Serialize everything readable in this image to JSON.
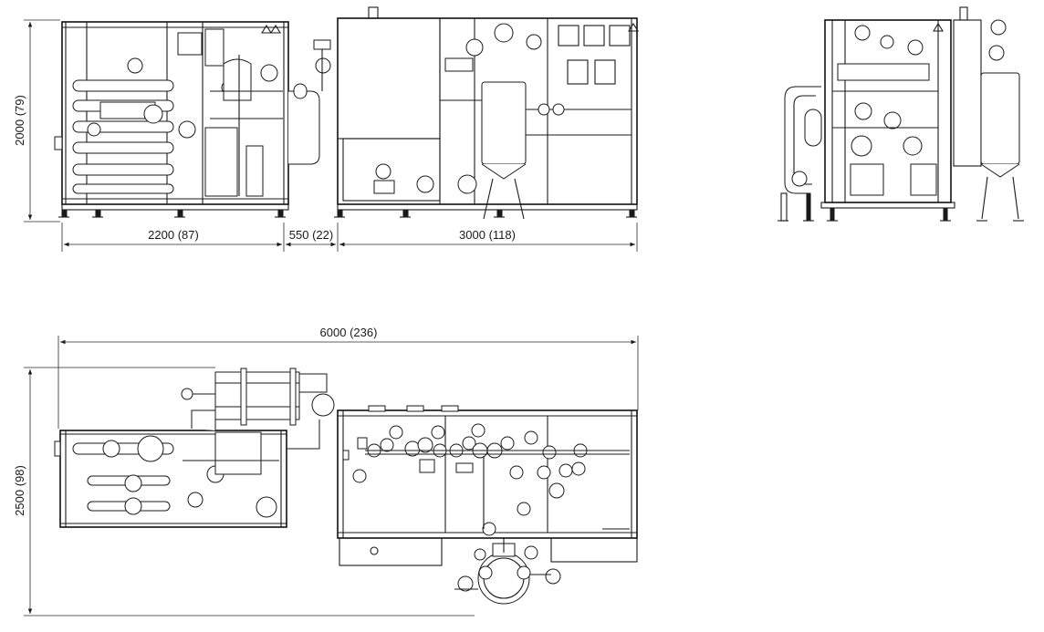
{
  "dimensions": {
    "height_front": "2000 (79)",
    "width_left_unit": "2200 (87)",
    "gap_between_units": "550 (22)",
    "width_right_unit": "3000 (118)",
    "total_length": "6000 (236)",
    "total_depth": "2500 (98)"
  },
  "views": [
    "front-elevation",
    "side-elevation",
    "plan-view"
  ]
}
